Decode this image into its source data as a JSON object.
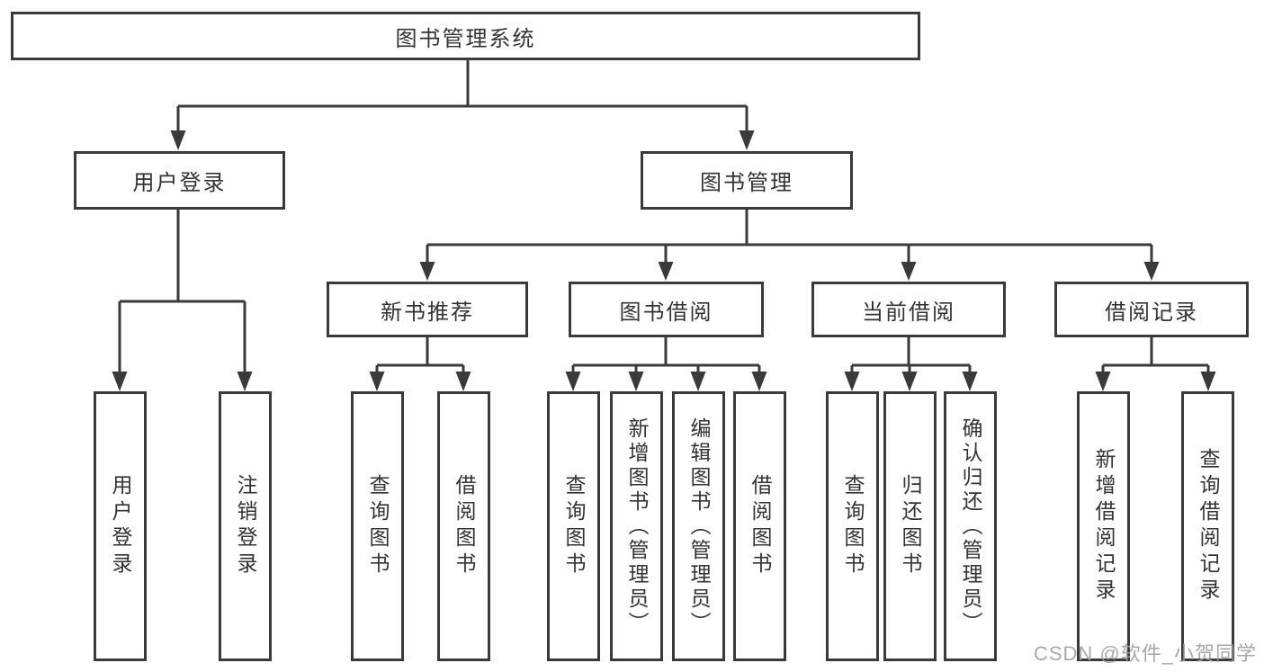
{
  "colors": {
    "line": "#3a3a3a",
    "border": "#3a3a3a",
    "text": "#333333",
    "background": "#ffffff",
    "watermark": "#9e9e9e"
  },
  "diagram": {
    "root": {
      "label": "图书管理系统"
    },
    "level2": [
      {
        "label": "用户登录"
      },
      {
        "label": "图书管理"
      }
    ],
    "level3": [
      {
        "label": "新书推荐",
        "parent": "图书管理"
      },
      {
        "label": "图书借阅",
        "parent": "图书管理"
      },
      {
        "label": "当前借阅",
        "parent": "图书管理"
      },
      {
        "label": "借阅记录",
        "parent": "图书管理"
      }
    ],
    "leaves": [
      {
        "label": "用户登录",
        "parent": "用户登录"
      },
      {
        "label": "注销登录",
        "parent": "用户登录"
      },
      {
        "label": "查询图书",
        "parent": "新书推荐"
      },
      {
        "label": "借阅图书",
        "parent": "新书推荐"
      },
      {
        "label": "查询图书",
        "parent": "图书借阅"
      },
      {
        "label": "新增图书（管理员）",
        "parent": "图书借阅"
      },
      {
        "label": "编辑图书（管理员）",
        "parent": "图书借阅"
      },
      {
        "label": "借阅图书",
        "parent": "图书借阅"
      },
      {
        "label": "查询图书",
        "parent": "当前借阅"
      },
      {
        "label": "归还图书",
        "parent": "当前借阅"
      },
      {
        "label": "确认归还（管理员）",
        "parent": "当前借阅"
      },
      {
        "label": "新增借阅记录",
        "parent": "借阅记录"
      },
      {
        "label": "查询借阅记录",
        "parent": "借阅记录"
      }
    ]
  },
  "watermark": {
    "text": "CSDN @软件_小贺同学"
  }
}
